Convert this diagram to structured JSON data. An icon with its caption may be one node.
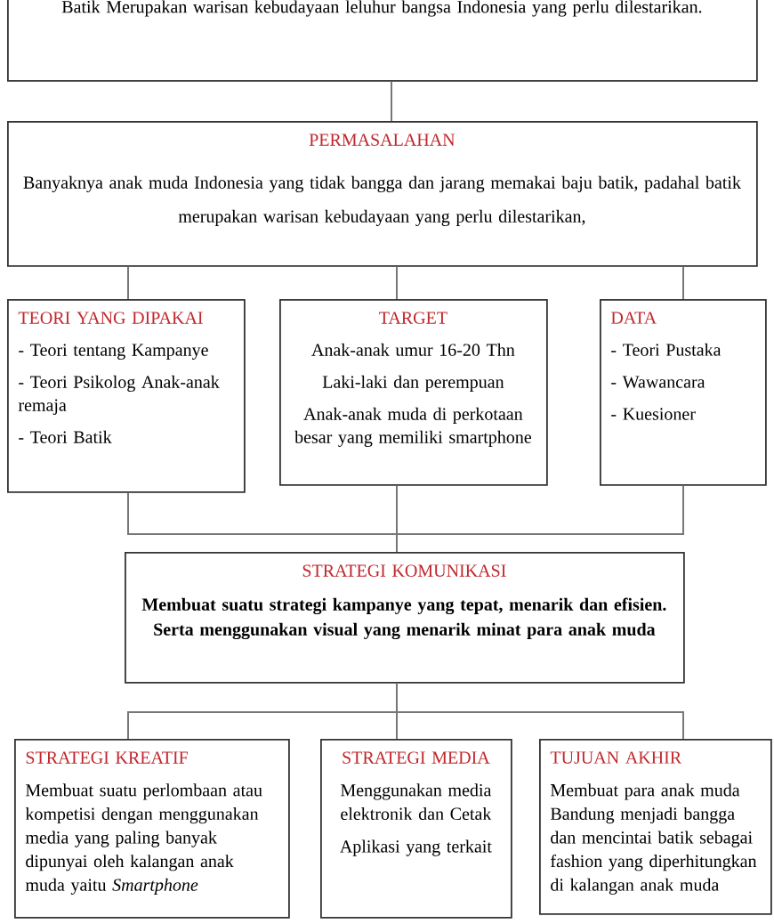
{
  "diagram": {
    "nodes": [
      {
        "text": [
          "Batik Merupakan warisan kebudayaan leluhur bangsa Indonesia yang perlu dilestarikan."
        ]
      },
      {
        "text": [
          "PERMASALAHAN",
          "Banyaknya anak muda Indonesia yang tidak bangga dan jarang memakai baju batik, padahal batik merupakan warisan kebudayaan yang perlu dilestarikan,"
        ]
      },
      {
        "text": [
          "TEORI YANG DIPAKAI",
          "- Teori tentang Kampanye",
          "- Teori Psikolog Anak-anak remaja",
          "- Teori Batik"
        ]
      },
      {
        "text": [
          "TARGET",
          "Anak-anak umur 16-20 Thn",
          "Laki-laki dan perempuan",
          "Anak-anak muda di perkotaan besar yang memiliki smartphone"
        ]
      },
      {
        "text": [
          "DATA",
          "- Teori Pustaka",
          "- Wawancara",
          "- Kuesioner"
        ]
      },
      {
        "text": [
          "STRATEGI KOMUNIKASI",
          "Membuat suatu strategi kampanye yang tepat, menarik dan efisien. Serta menggunakan visual yang menarik minat para anak muda"
        ]
      },
      {
        "text": [
          "STRATEGI KREATIF",
          "Membuat suatu perlombaan atau kompetisi dengan menggunakan media yang paling banyak dipunyai oleh kalangan anak muda yaitu *Smartphone*"
        ]
      },
      {
        "text": [
          "STRATEGI MEDIA",
          "Menggunakan media elektronik dan Cetak",
          "Aplikasi yang terkait"
        ]
      },
      {
        "text": [
          "TUJUAN AKHIR",
          "Membuat para anak muda Bandung menjadi bangga dan mencintai batik sebagai fashion yang diperhitungkan di kalangan anak muda"
        ]
      }
    ],
    "edges": [
      {
        "from": 0,
        "to": 1,
        "arrow": "none"
      },
      {
        "from": 1,
        "to": 2,
        "arrow": "none"
      },
      {
        "from": 1,
        "to": 3,
        "arrow": "none"
      },
      {
        "from": 1,
        "to": 4,
        "arrow": "none"
      },
      {
        "from": 2,
        "to": 5,
        "arrow": "none"
      },
      {
        "from": 3,
        "to": 5,
        "arrow": "none"
      },
      {
        "from": 4,
        "to": 5,
        "arrow": "none"
      },
      {
        "from": 5,
        "to": 6,
        "arrow": "none"
      },
      {
        "from": 5,
        "to": 7,
        "arrow": "none"
      },
      {
        "from": 5,
        "to": 8,
        "arrow": "none"
      }
    ]
  }
}
